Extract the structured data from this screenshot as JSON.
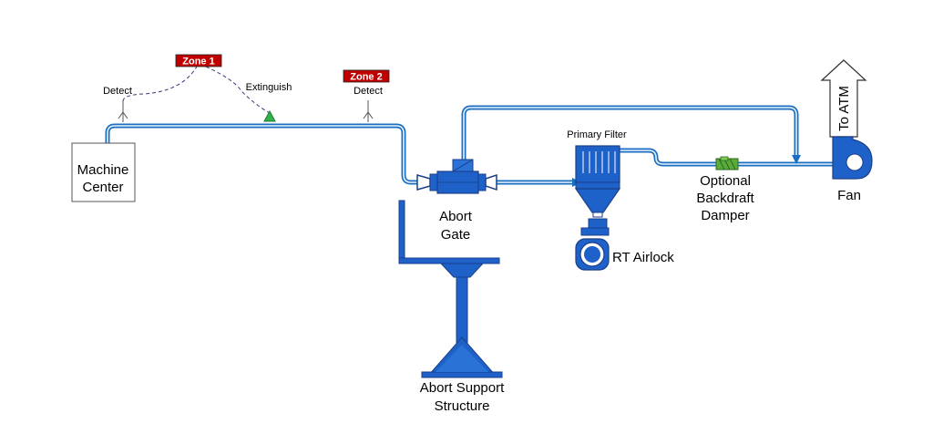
{
  "zones": {
    "zone1": "Zone 1",
    "zone2": "Zone 2"
  },
  "labels": {
    "detect_1": "Detect",
    "extinguish": "Extinguish",
    "detect_2": "Detect",
    "machine_center_line1": "Machine",
    "machine_center_line2": "Center",
    "abort_gate_line1": "Abort",
    "abort_gate_line2": "Gate",
    "primary_filter": "Primary Filter",
    "rt_airlock": "RT Airlock",
    "backdraft_line1": "Optional",
    "backdraft_line2": "Backdraft",
    "backdraft_line3": "Damper",
    "fan": "Fan",
    "to_atm": "To ATM",
    "abort_support_line1": "Abort Support",
    "abort_support_line2": "Structure"
  },
  "colors": {
    "duct": "#1b6fc2",
    "equipment": "#1e62c9",
    "zone_badge": "#c00000",
    "sensor": "#555555",
    "extinguisher": "#2fb24a",
    "damper": "#5aaa3c"
  }
}
